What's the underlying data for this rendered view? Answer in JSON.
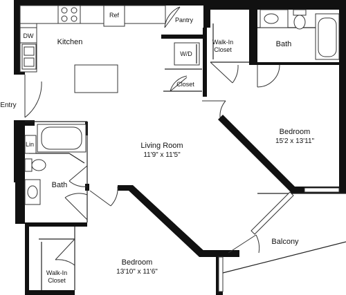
{
  "rooms": {
    "kitchen": "Kitchen",
    "pantry": "Pantry",
    "walk_in_closet_1": [
      "Walk-In",
      "Closet"
    ],
    "bath_1": "Bath",
    "wd": "W/D",
    "closet": "Closet",
    "entry": "Entry",
    "living_room": [
      "Living Room",
      "11'9\" x 11'5\""
    ],
    "bedroom_1": [
      "Bedroom",
      "15'2 x 13'11\""
    ],
    "lin": "Lin",
    "bath_2": "Bath",
    "balcony": "Balcony",
    "bedroom_2": [
      "Bedroom",
      "13'10\" x 11'6\""
    ],
    "walk_in_closet_2": [
      "Walk-In",
      "Closet"
    ],
    "dw": "DW",
    "ref": "Ref"
  }
}
